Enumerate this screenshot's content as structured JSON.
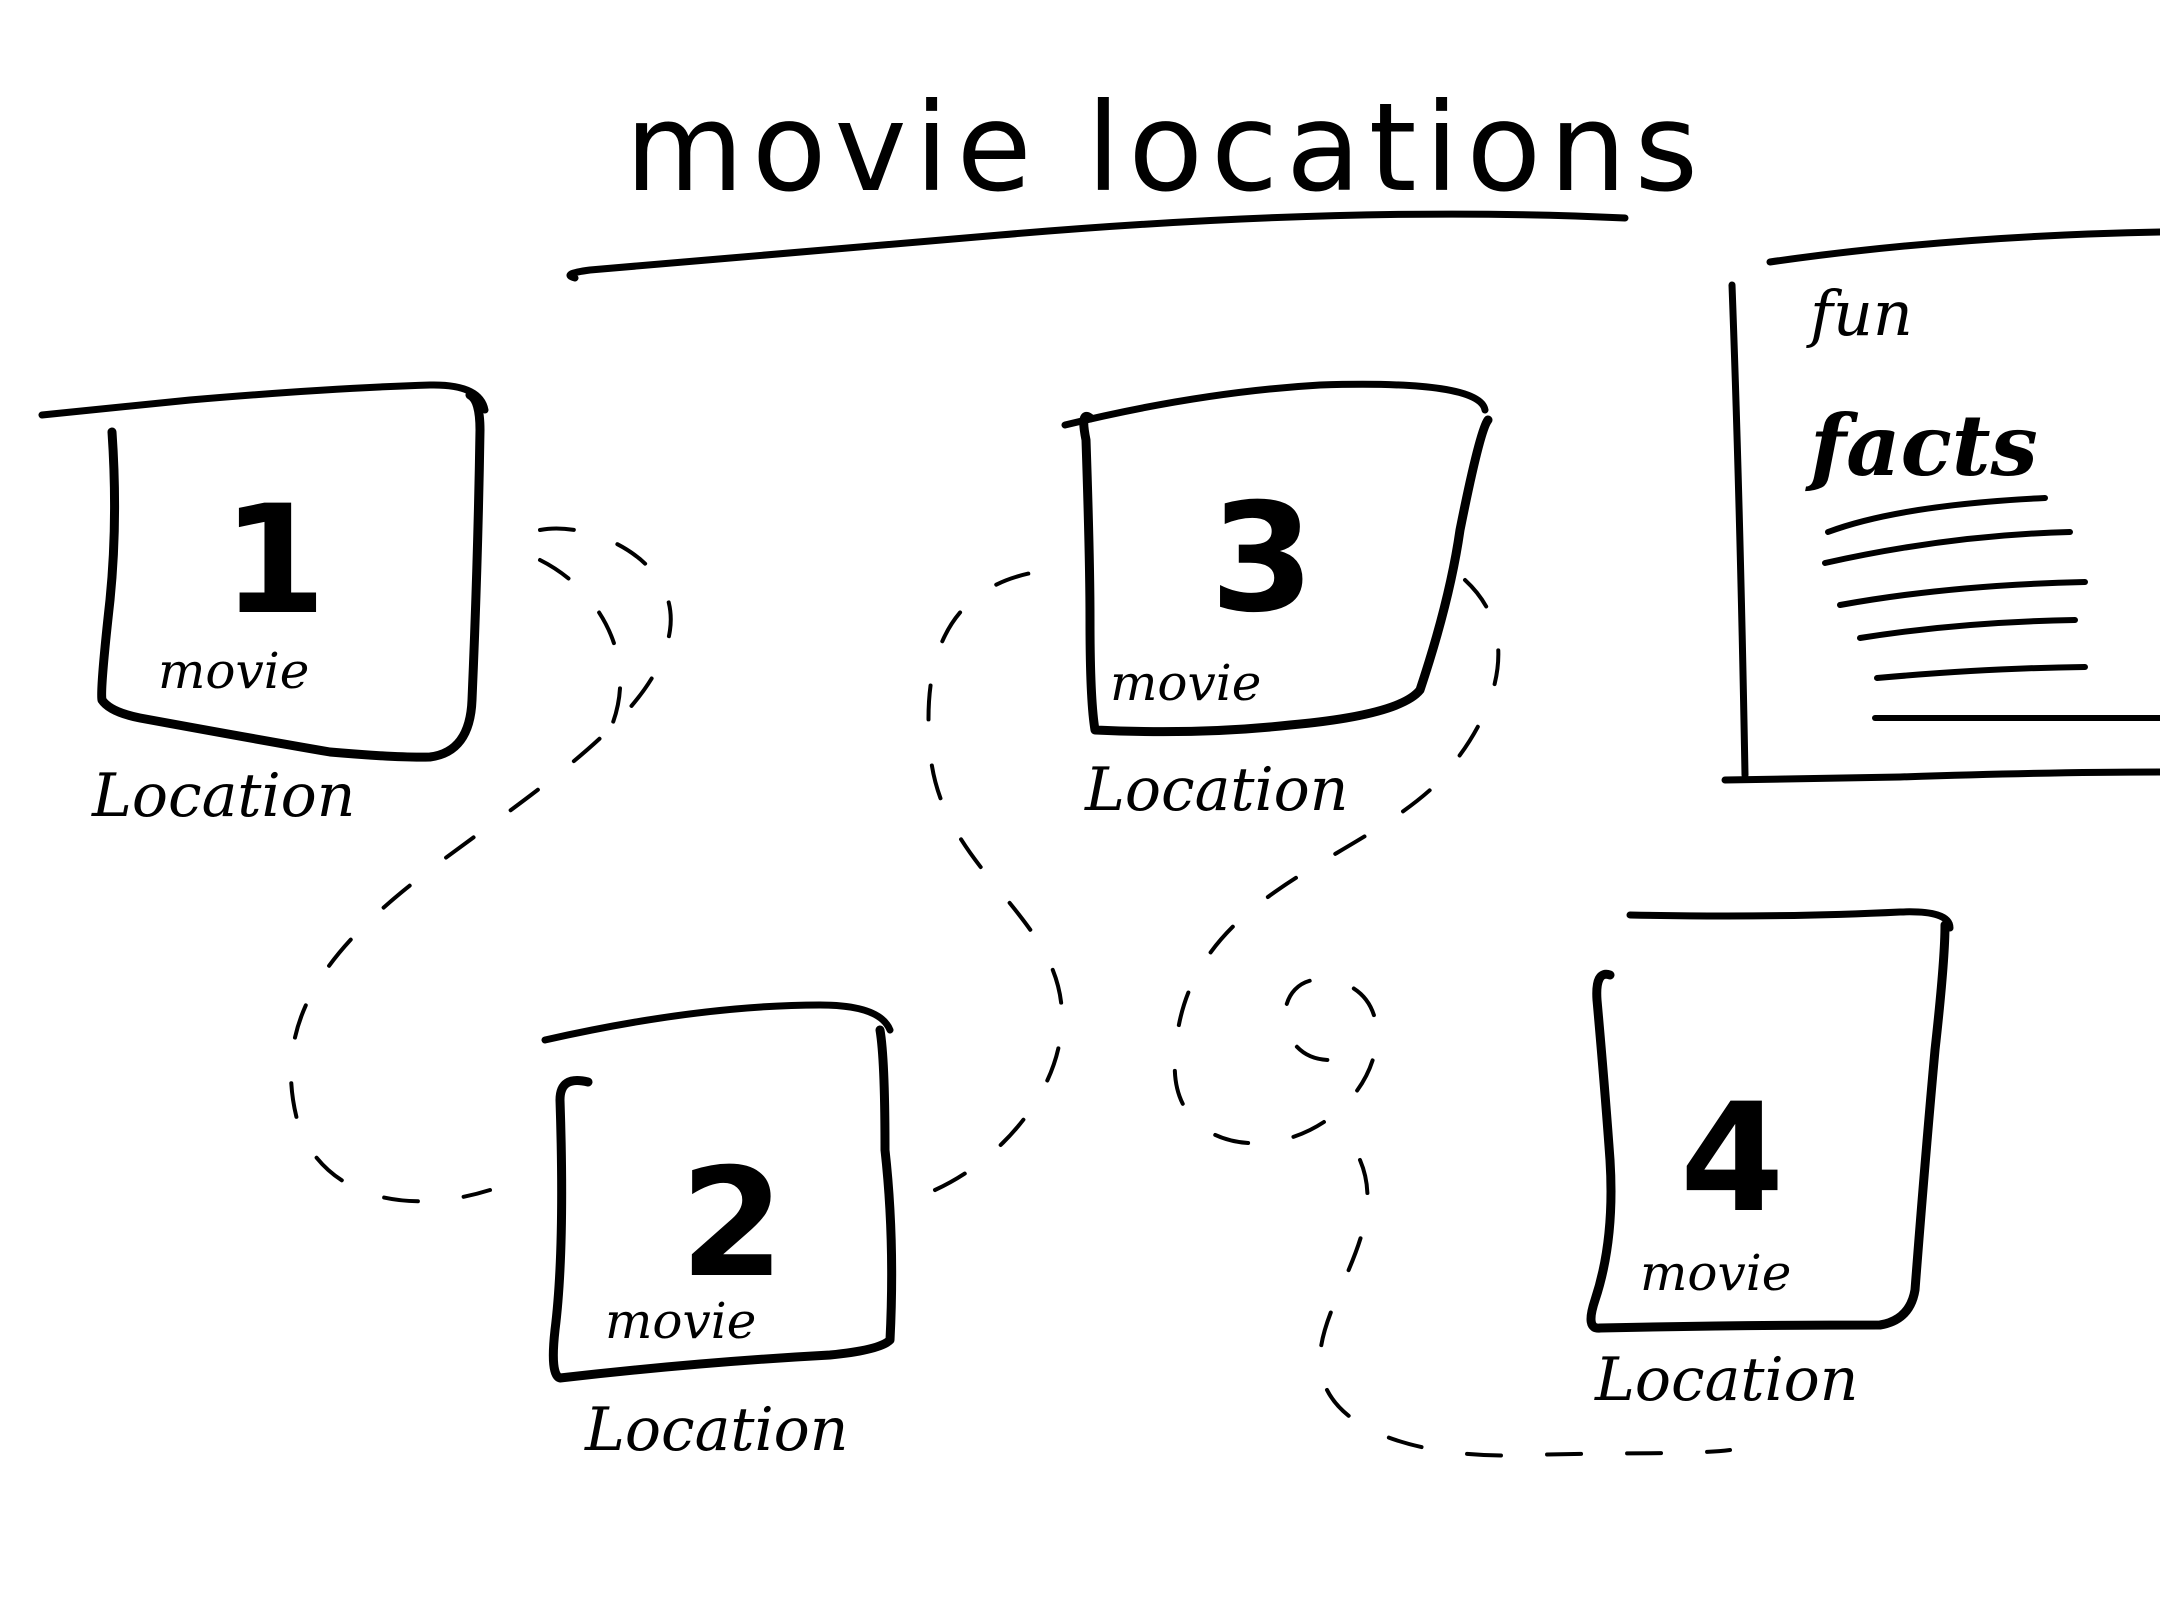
{
  "title": "movie locations",
  "ink_color": "#000000",
  "background_color": "#ffffff",
  "cards": [
    {
      "number": "1",
      "movie_label": "movie",
      "location_label": "Location"
    },
    {
      "number": "2",
      "movie_label": "movie",
      "location_label": "Location"
    },
    {
      "number": "3",
      "movie_label": "movie",
      "location_label": "Location"
    },
    {
      "number": "4",
      "movie_label": "movie",
      "location_label": "Location"
    }
  ],
  "fun_facts": {
    "line1": "fun",
    "line2": "facts"
  }
}
